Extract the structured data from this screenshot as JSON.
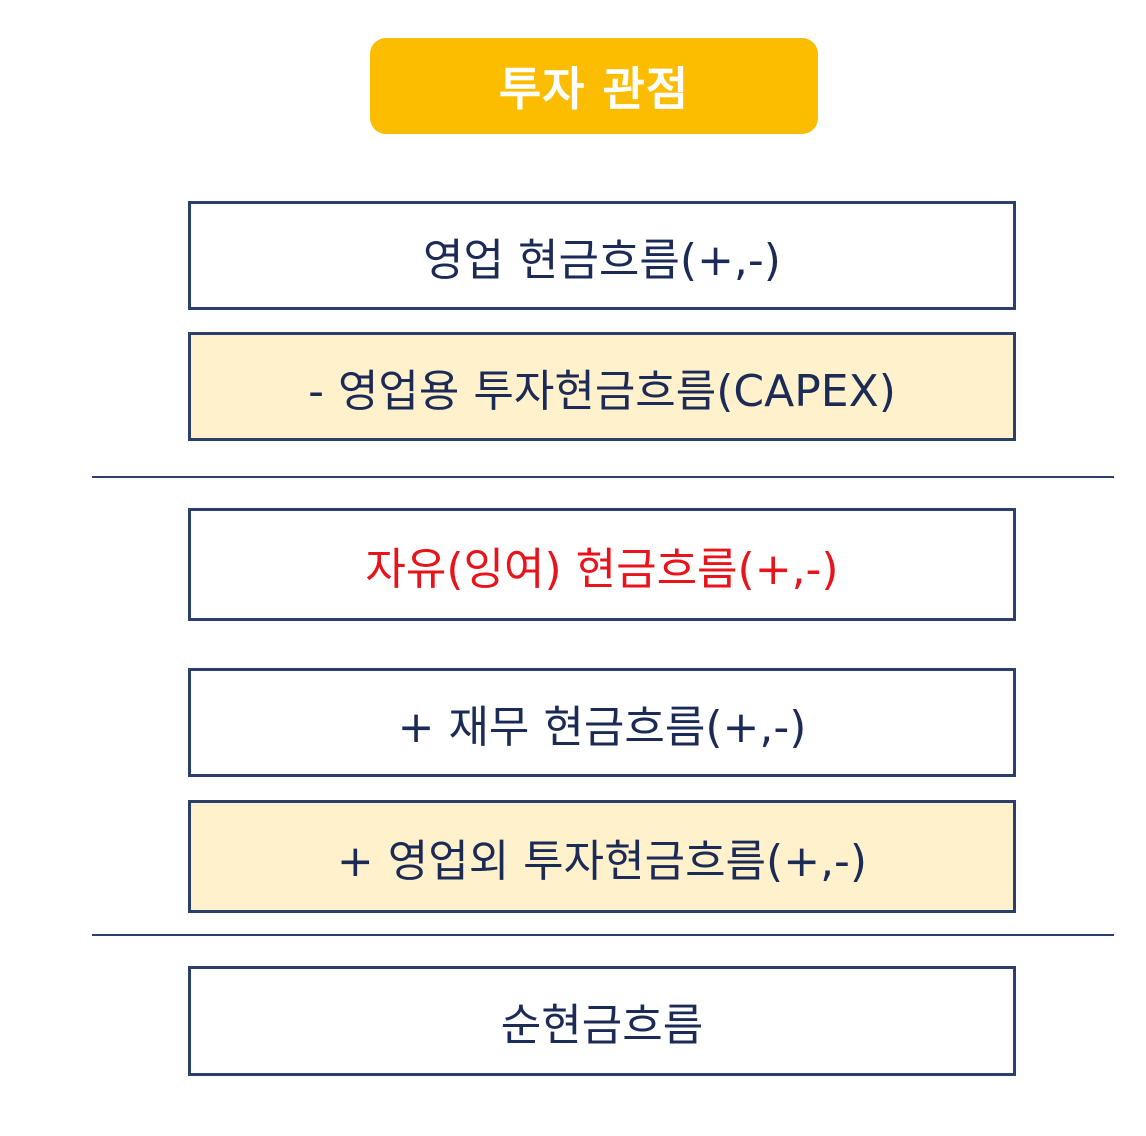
{
  "colors": {
    "header_bg": "#fcbd00",
    "highlight_bg": "#fff1cc",
    "plain_bg": "#ffffff",
    "text_navy": "#1c2b55",
    "text_red": "#e8141b",
    "line": "#2a3f6b"
  },
  "header": {
    "title": "투자 관점"
  },
  "rows": [
    {
      "label": "영업 현금흐름(+,-)",
      "style": "plain",
      "text_color": "#1c2b55"
    },
    {
      "label": "- 영업용 투자현금흐름(CAPEX)",
      "style": "highlight",
      "text_color": "#1c2b55"
    },
    {
      "label": "자유(잉여) 현금흐름(+,-)",
      "style": "plain",
      "text_color": "#e8141b"
    },
    {
      "label": "+ 재무 현금흐름(+,-)",
      "style": "plain",
      "text_color": "#1c2b55"
    },
    {
      "label": "+ 영업외 투자현금흐름(+,-)",
      "style": "highlight",
      "text_color": "#1c2b55"
    },
    {
      "label": "순현금흐름",
      "style": "plain",
      "text_color": "#1c2b55"
    }
  ]
}
